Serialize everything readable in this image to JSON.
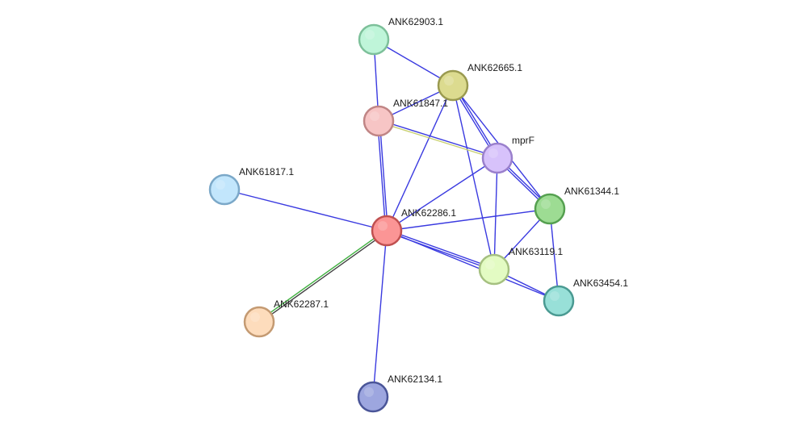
{
  "network": {
    "nodes": [
      {
        "id": "ANK62903.1",
        "label": "ANK62903.1",
        "fill": "#bff5d9",
        "stroke": "#7dc09a"
      },
      {
        "id": "ANK62665.1",
        "label": "ANK62665.1",
        "fill": "#dcdb8f",
        "stroke": "#9a9a50"
      },
      {
        "id": "ANK61847.1",
        "label": "ANK61847.1",
        "fill": "#f7c5c5",
        "stroke": "#c08585"
      },
      {
        "id": "mprF",
        "label": "mprF",
        "fill": "#d7c2fb",
        "stroke": "#9a80cc"
      },
      {
        "id": "ANK61817.1",
        "label": "ANK61817.1",
        "fill": "#c2e6fc",
        "stroke": "#7ba8c8"
      },
      {
        "id": "ANK61344.1",
        "label": "ANK61344.1",
        "fill": "#9ddc93",
        "stroke": "#55a050"
      },
      {
        "id": "ANK62286.1",
        "label": "ANK62286.1",
        "fill": "#fb9595",
        "stroke": "#c05050"
      },
      {
        "id": "ANK63119.1",
        "label": "ANK63119.1",
        "fill": "#e3fbc3",
        "stroke": "#a5c080"
      },
      {
        "id": "ANK63454.1",
        "label": "ANK63454.1",
        "fill": "#98e0d8",
        "stroke": "#4a9a92"
      },
      {
        "id": "ANK62287.1",
        "label": "ANK62287.1",
        "fill": "#fddcbc",
        "stroke": "#c49a72"
      },
      {
        "id": "ANK62134.1",
        "label": "ANK62134.1",
        "fill": "#9da6df",
        "stroke": "#4a5598"
      }
    ],
    "edges": [
      {
        "source": "ANK62903.1",
        "target": "ANK62665.1",
        "colors": [
          "#3a3ae0"
        ]
      },
      {
        "source": "ANK62903.1",
        "target": "ANK61847.1",
        "colors": [
          "#3a3ae0"
        ]
      },
      {
        "source": "ANK62665.1",
        "target": "ANK61847.1",
        "colors": [
          "#3a3ae0"
        ]
      },
      {
        "source": "ANK62665.1",
        "target": "mprF",
        "colors": [
          "#3a3ae0",
          "#3a3ae0"
        ]
      },
      {
        "source": "ANK62665.1",
        "target": "ANK61344.1",
        "colors": [
          "#3a3ae0"
        ]
      },
      {
        "source": "ANK62665.1",
        "target": "ANK62286.1",
        "colors": [
          "#3a3ae0"
        ]
      },
      {
        "source": "ANK62665.1",
        "target": "ANK63119.1",
        "colors": [
          "#3a3ae0"
        ]
      },
      {
        "source": "ANK61847.1",
        "target": "mprF",
        "colors": [
          "#3a3ae0",
          "#c8d070"
        ]
      },
      {
        "source": "ANK61847.1",
        "target": "ANK62286.1",
        "colors": [
          "#3a3ae0",
          "#3a3ae0"
        ]
      },
      {
        "source": "mprF",
        "target": "ANK61344.1",
        "colors": [
          "#3a3ae0",
          "#3a3ae0"
        ]
      },
      {
        "source": "mprF",
        "target": "ANK62286.1",
        "colors": [
          "#3a3ae0"
        ]
      },
      {
        "source": "mprF",
        "target": "ANK63119.1",
        "colors": [
          "#3a3ae0"
        ]
      },
      {
        "source": "ANK61817.1",
        "target": "ANK62286.1",
        "colors": [
          "#3a3ae0"
        ]
      },
      {
        "source": "ANK61344.1",
        "target": "ANK62286.1",
        "colors": [
          "#3a3ae0"
        ]
      },
      {
        "source": "ANK61344.1",
        "target": "ANK63119.1",
        "colors": [
          "#3a3ae0"
        ]
      },
      {
        "source": "ANK61344.1",
        "target": "ANK63454.1",
        "colors": [
          "#3a3ae0"
        ]
      },
      {
        "source": "ANK62286.1",
        "target": "ANK63119.1",
        "colors": [
          "#3a3ae0",
          "#3a3ae0"
        ]
      },
      {
        "source": "ANK62286.1",
        "target": "ANK63454.1",
        "colors": [
          "#3a3ae0"
        ]
      },
      {
        "source": "ANK62286.1",
        "target": "ANK62287.1",
        "colors": [
          "#404040",
          "#40b040"
        ]
      },
      {
        "source": "ANK62286.1",
        "target": "ANK62134.1",
        "colors": [
          "#3a3ae0"
        ]
      },
      {
        "source": "ANK63119.1",
        "target": "ANK63454.1",
        "colors": [
          "#3a3ae0"
        ]
      }
    ]
  }
}
